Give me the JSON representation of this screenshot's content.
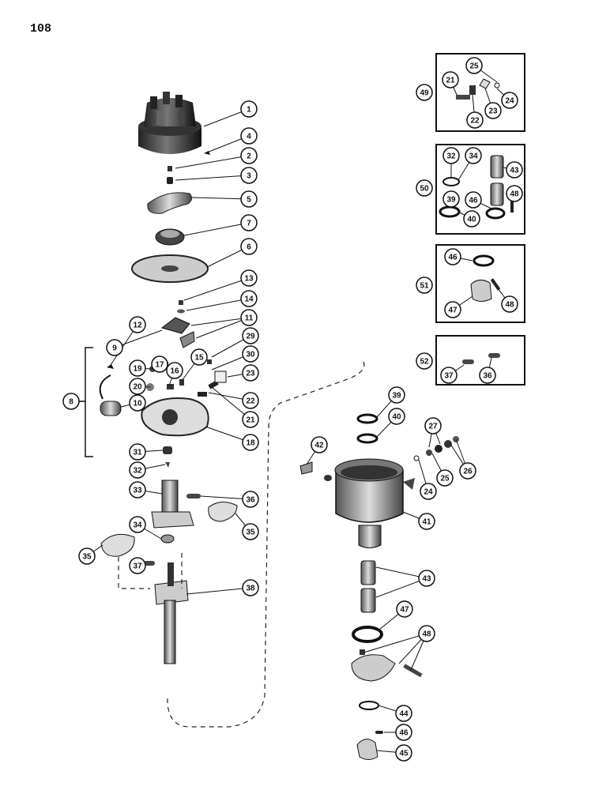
{
  "page_number": "108",
  "callouts_main": [
    "1",
    "4",
    "2",
    "3",
    "5",
    "7",
    "6",
    "13",
    "14",
    "11",
    "12",
    "9",
    "29",
    "30",
    "15",
    "16",
    "17",
    "19",
    "23",
    "20",
    "22",
    "8",
    "10",
    "21",
    "18",
    "31",
    "32",
    "33",
    "36",
    "34",
    "35",
    "35",
    "37",
    "38"
  ],
  "callouts_housing": [
    "39",
    "40",
    "42",
    "27",
    "26",
    "25",
    "24",
    "41",
    "43",
    "47",
    "48",
    "44",
    "46",
    "45"
  ],
  "inset_49": [
    "49",
    "25",
    "21",
    "22",
    "23",
    "24"
  ],
  "inset_50": [
    "50",
    "32",
    "34",
    "43",
    "39",
    "46",
    "48",
    "40"
  ],
  "inset_51": [
    "51",
    "46",
    "47",
    "48"
  ],
  "inset_52": [
    "52",
    "37",
    "36"
  ]
}
